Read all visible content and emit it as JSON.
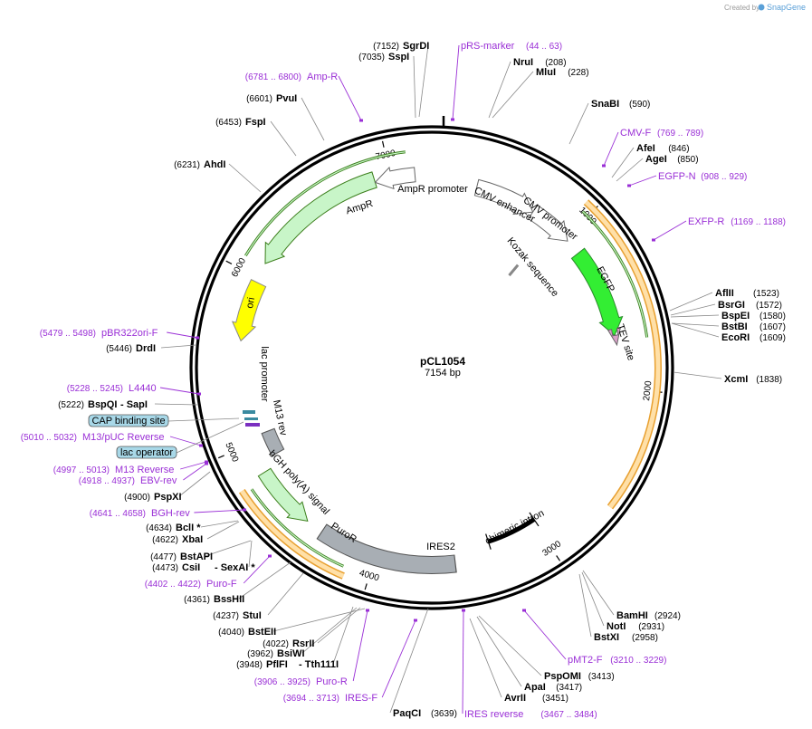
{
  "plasmid": {
    "name": "pCL1054",
    "length_label": "7154 bp",
    "length": 7154
  },
  "credit": {
    "prefix": "Created by",
    "brand": "SnapGene"
  },
  "ticks": [
    {
      "bp": 1000,
      "label": "1000"
    },
    {
      "bp": 2000,
      "label": "2000"
    },
    {
      "bp": 3000,
      "label": "3000"
    },
    {
      "bp": 4000,
      "label": "4000"
    },
    {
      "bp": 5000,
      "label": "5000"
    },
    {
      "bp": 6000,
      "label": "6000"
    },
    {
      "bp": 7000,
      "label": "7000"
    }
  ],
  "enzymes": [
    {
      "name": "SgrDI",
      "pos": "(7152)",
      "bp": 7152
    },
    {
      "name": "SspI",
      "pos": "(7035)",
      "bp": 7035
    },
    {
      "name": "NruI",
      "pos": "(208)",
      "bp": 208
    },
    {
      "name": "MluI",
      "pos": "(228)",
      "bp": 228
    },
    {
      "name": "SnaBI",
      "pos": "(590)",
      "bp": 590
    },
    {
      "name": "AfeI",
      "pos": "(846)",
      "bp": 846
    },
    {
      "name": "AgeI",
      "pos": "(850)",
      "bp": 850
    },
    {
      "name": "AflII",
      "pos": "(1523)",
      "bp": 1523
    },
    {
      "name": "BsrGI",
      "pos": "(1572)",
      "bp": 1572
    },
    {
      "name": "BspEI",
      "pos": "(1580)",
      "bp": 1580
    },
    {
      "name": "BstBI",
      "pos": "(1607)",
      "bp": 1607
    },
    {
      "name": "EcoRI",
      "pos": "(1609)",
      "bp": 1609
    },
    {
      "name": "XcmI",
      "pos": "(1838)",
      "bp": 1838
    },
    {
      "name": "BamHI",
      "pos": "(2924)",
      "bp": 2924
    },
    {
      "name": "NotI",
      "pos": "(2931)",
      "bp": 2931
    },
    {
      "name": "BstXI",
      "pos": "(2958)",
      "bp": 2958
    },
    {
      "name": "PspOMI",
      "pos": "(3413)",
      "bp": 3413
    },
    {
      "name": "ApaI",
      "pos": "(3417)",
      "bp": 3417
    },
    {
      "name": "AvrII",
      "pos": "(3451)",
      "bp": 3451
    },
    {
      "name": "PaqCI",
      "pos": "(3639)",
      "bp": 3639
    },
    {
      "name": "PflFI",
      "suffix": "- Tth111I",
      "pos": "(3948)",
      "bp": 3948
    },
    {
      "name": "BsiWI",
      "pos": "(3962)",
      "bp": 3962
    },
    {
      "name": "RsrII",
      "pos": "(4022)",
      "bp": 4022
    },
    {
      "name": "BstEII",
      "pos": "(4040)",
      "bp": 4040
    },
    {
      "name": "StuI",
      "pos": "(4237)",
      "bp": 4237
    },
    {
      "name": "BssHII",
      "pos": "(4361)",
      "bp": 4361
    },
    {
      "name": "CsiI",
      "suffix": "- SexAI *",
      "pos": "(4473)",
      "bp": 4473
    },
    {
      "name": "BstAPI",
      "pos": "(4477)",
      "bp": 4477
    },
    {
      "name": "XbaI",
      "pos": "(4622)",
      "bp": 4622
    },
    {
      "name": "BclI *",
      "pos": "(4634)",
      "bp": 4634
    },
    {
      "name": "PspXI",
      "pos": "(4900)",
      "bp": 4900
    },
    {
      "name": "BspQI",
      "suffix": "- SapI",
      "pos": "(5222)",
      "bp": 5222
    },
    {
      "name": "DrdI",
      "pos": "(5446)",
      "bp": 5446
    },
    {
      "name": "AhdI",
      "pos": "(6231)",
      "bp": 6231
    },
    {
      "name": "FspI",
      "pos": "(6453)",
      "bp": 6453
    },
    {
      "name": "PvuI",
      "pos": "(6601)",
      "bp": 6601
    }
  ],
  "primers": [
    {
      "name": "pRS-marker",
      "pos": "(44 .. 63)"
    },
    {
      "name": "CMV-F",
      "pos": "(769 .. 789)"
    },
    {
      "name": "EGFP-N",
      "pos": "(908 .. 929)"
    },
    {
      "name": "EXFP-R",
      "pos": "(1169 .. 1188)"
    },
    {
      "name": "pMT2-F",
      "pos": "(3210 .. 3229)"
    },
    {
      "name": "IRES reverse",
      "pos": "(3467 .. 3484)"
    },
    {
      "name": "IRES-F",
      "pos": "(3694 .. 3713)"
    },
    {
      "name": "Puro-R",
      "pos": "(3906 .. 3925)"
    },
    {
      "name": "Puro-F",
      "pos": "(4402 .. 4422)"
    },
    {
      "name": "BGH-rev",
      "pos": "(4641 .. 4658)"
    },
    {
      "name": "EBV-rev",
      "pos": "(4918 .. 4937)"
    },
    {
      "name": "M13 Reverse",
      "pos": "(4997 .. 5013)"
    },
    {
      "name": "M13/pUC Reverse",
      "pos": "(5010 .. 5032)"
    },
    {
      "name": "L4440",
      "pos": "(5228 .. 5245)"
    },
    {
      "name": "pBR322ori-F",
      "pos": "(5479 .. 5498)"
    },
    {
      "name": "Amp-R",
      "pos": "(6781 .. 6800)"
    }
  ],
  "boxed_labels": [
    {
      "name": "CAP binding site",
      "color": "#a8d8e8"
    },
    {
      "name": "lac operator",
      "color": "#a8d8e8"
    }
  ],
  "features": [
    {
      "name": "AmpR promoter",
      "color": "#ffffff"
    },
    {
      "name": "AmpR",
      "color": "#c8f5c8"
    },
    {
      "name": "ori",
      "color": "#ffff00"
    },
    {
      "name": "CMV enhancer",
      "color": "#ffffff"
    },
    {
      "name": "CMV promoter",
      "color": "#ffffff"
    },
    {
      "name": "Kozak sequence",
      "color": "#b0b0b0"
    },
    {
      "name": "EGFP",
      "color": "#33ee33"
    },
    {
      "name": "TEV site",
      "color": "#d9a0c8"
    },
    {
      "name": "chimeric intron",
      "color": "#000000"
    },
    {
      "name": "IRES2",
      "color": "#a8aeb4"
    },
    {
      "name": "PuroR",
      "color": "#c8f5c8"
    },
    {
      "name": "bGH poly(A) signal",
      "color": "#a8aeb4"
    },
    {
      "name": "lac promoter",
      "color": "#ffffff"
    },
    {
      "name": "M13 rev",
      "color": "#ffffff"
    }
  ],
  "colors": {
    "primer": "#9a2fd6",
    "orf_outline": "#e8a030",
    "orf_fill": "#ffe0a8",
    "orf_arrow": "#3a7d1a"
  }
}
